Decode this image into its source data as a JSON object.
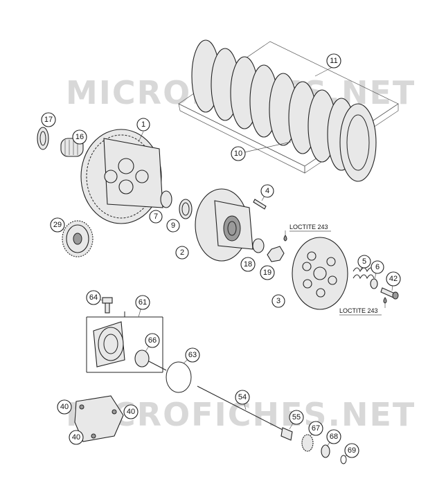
{
  "watermark": "MICROFICHES.NET",
  "loctite_label": "LOCTITE 243",
  "callouts": [
    "1",
    "2",
    "3",
    "4",
    "5",
    "6",
    "7",
    "9",
    "10",
    "11",
    "16",
    "17",
    "18",
    "19",
    "29",
    "40",
    "42",
    "54",
    "55",
    "61",
    "63",
    "64",
    "66",
    "67",
    "68",
    "69"
  ],
  "colors": {
    "line": "#222222",
    "fill": "#e8e8e8",
    "watermark": "#d8d8d8"
  }
}
